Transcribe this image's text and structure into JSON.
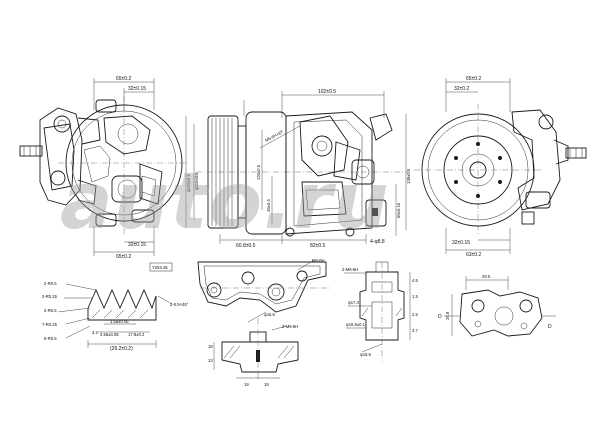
{
  "watermark": "auto.ru",
  "front_view": {
    "dims": [
      "65±0.2",
      "32±0.15",
      "32±0.15",
      "65±0.2"
    ]
  },
  "side_view": {
    "dims_top": [
      "102±0.5",
      "M5-6H×8T"
    ],
    "dims_vertical": [
      "φ125±0.5",
      "φ110±0.5",
      "133±0.5",
      "45±0.5",
      "139±0.5",
      "66±0.15"
    ],
    "dims_bottom": [
      "60.8±0.5",
      "82±0.5",
      "4-φ8.8"
    ]
  },
  "rear_view": {
    "dims": [
      "65±0.2",
      "32±0.2",
      "32±0.15",
      "63±0.2"
    ]
  },
  "pulley_detail": {
    "tag": "Y253.45",
    "callouts": [
      "2-R0.5",
      "2-R0.25",
      "2-R0.5",
      "7-R0.25",
      "6-R0.5",
      "4.2",
      "3.56±0.05",
      "3.56±0.05",
      "17.8±0.2",
      "2-0.5×45°",
      "(26.2±0.2)"
    ]
  },
  "manifold_detail": {
    "callouts": [
      "M5-6H",
      "φ15.5",
      "2-M6-6H",
      "18",
      "13",
      "19",
      "19"
    ]
  },
  "port_detail": {
    "callouts": [
      "2-M6-6H",
      "φ17.4",
      "φ16.8±0.1",
      "φ15.5",
      "4.5",
      "1.5",
      "2.5",
      "3.7"
    ]
  },
  "right_detail": {
    "callouts": [
      "28.5",
      "26.8",
      "D",
      "D"
    ]
  }
}
